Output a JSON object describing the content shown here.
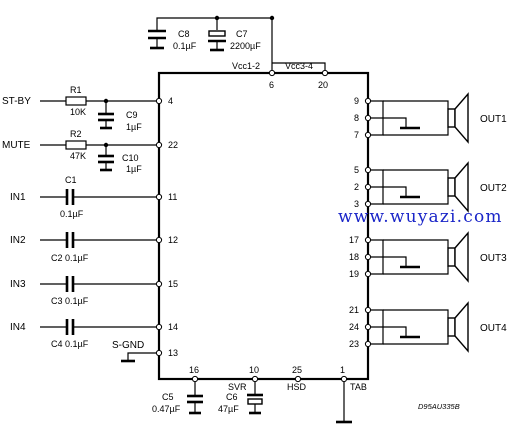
{
  "ic": {
    "left_pins": [
      "4",
      "22",
      "11",
      "12",
      "15",
      "14",
      "13"
    ],
    "top_pins": [
      "6",
      "20"
    ],
    "top_labels": [
      "Vcc1-2",
      "Vcc3-4"
    ],
    "bottom_pins": [
      "16",
      "10",
      "25",
      "1"
    ],
    "bottom_labels": [
      "SVR",
      "HSD",
      "TAB"
    ],
    "right_pins": [
      "9",
      "8",
      "7",
      "5",
      "2",
      "3",
      "17",
      "18",
      "19",
      "21",
      "24",
      "23"
    ]
  },
  "inputs": {
    "st_by": "ST-BY",
    "mute": "MUTE",
    "in1": "IN1",
    "in2": "IN2",
    "in3": "IN3",
    "in4": "IN4",
    "s_gnd": "S-GND"
  },
  "components": {
    "r1": {
      "name": "R1",
      "value": "10K"
    },
    "r2": {
      "name": "R2",
      "value": "47K"
    },
    "c1": {
      "name": "C1",
      "value": "0.1µF"
    },
    "c2": "C2 0.1µF",
    "c3": "C3 0.1µF",
    "c4": "C4 0.1µF",
    "c5": {
      "name": "C5",
      "value": "0.47µF"
    },
    "c6": {
      "name": "C6",
      "value": "47µF"
    },
    "c7": {
      "name": "C7",
      "value": "2200µF"
    },
    "c8": {
      "name": "C8",
      "value": "0.1µF"
    },
    "c9": {
      "name": "C9",
      "value": "1µF"
    },
    "c10": {
      "name": "C10",
      "value": "1µF"
    }
  },
  "outputs": [
    "OUT1",
    "OUT2",
    "OUT3",
    "OUT4"
  ],
  "watermark": "www.wuyazi.com",
  "drawing_code": "D95AU335B"
}
